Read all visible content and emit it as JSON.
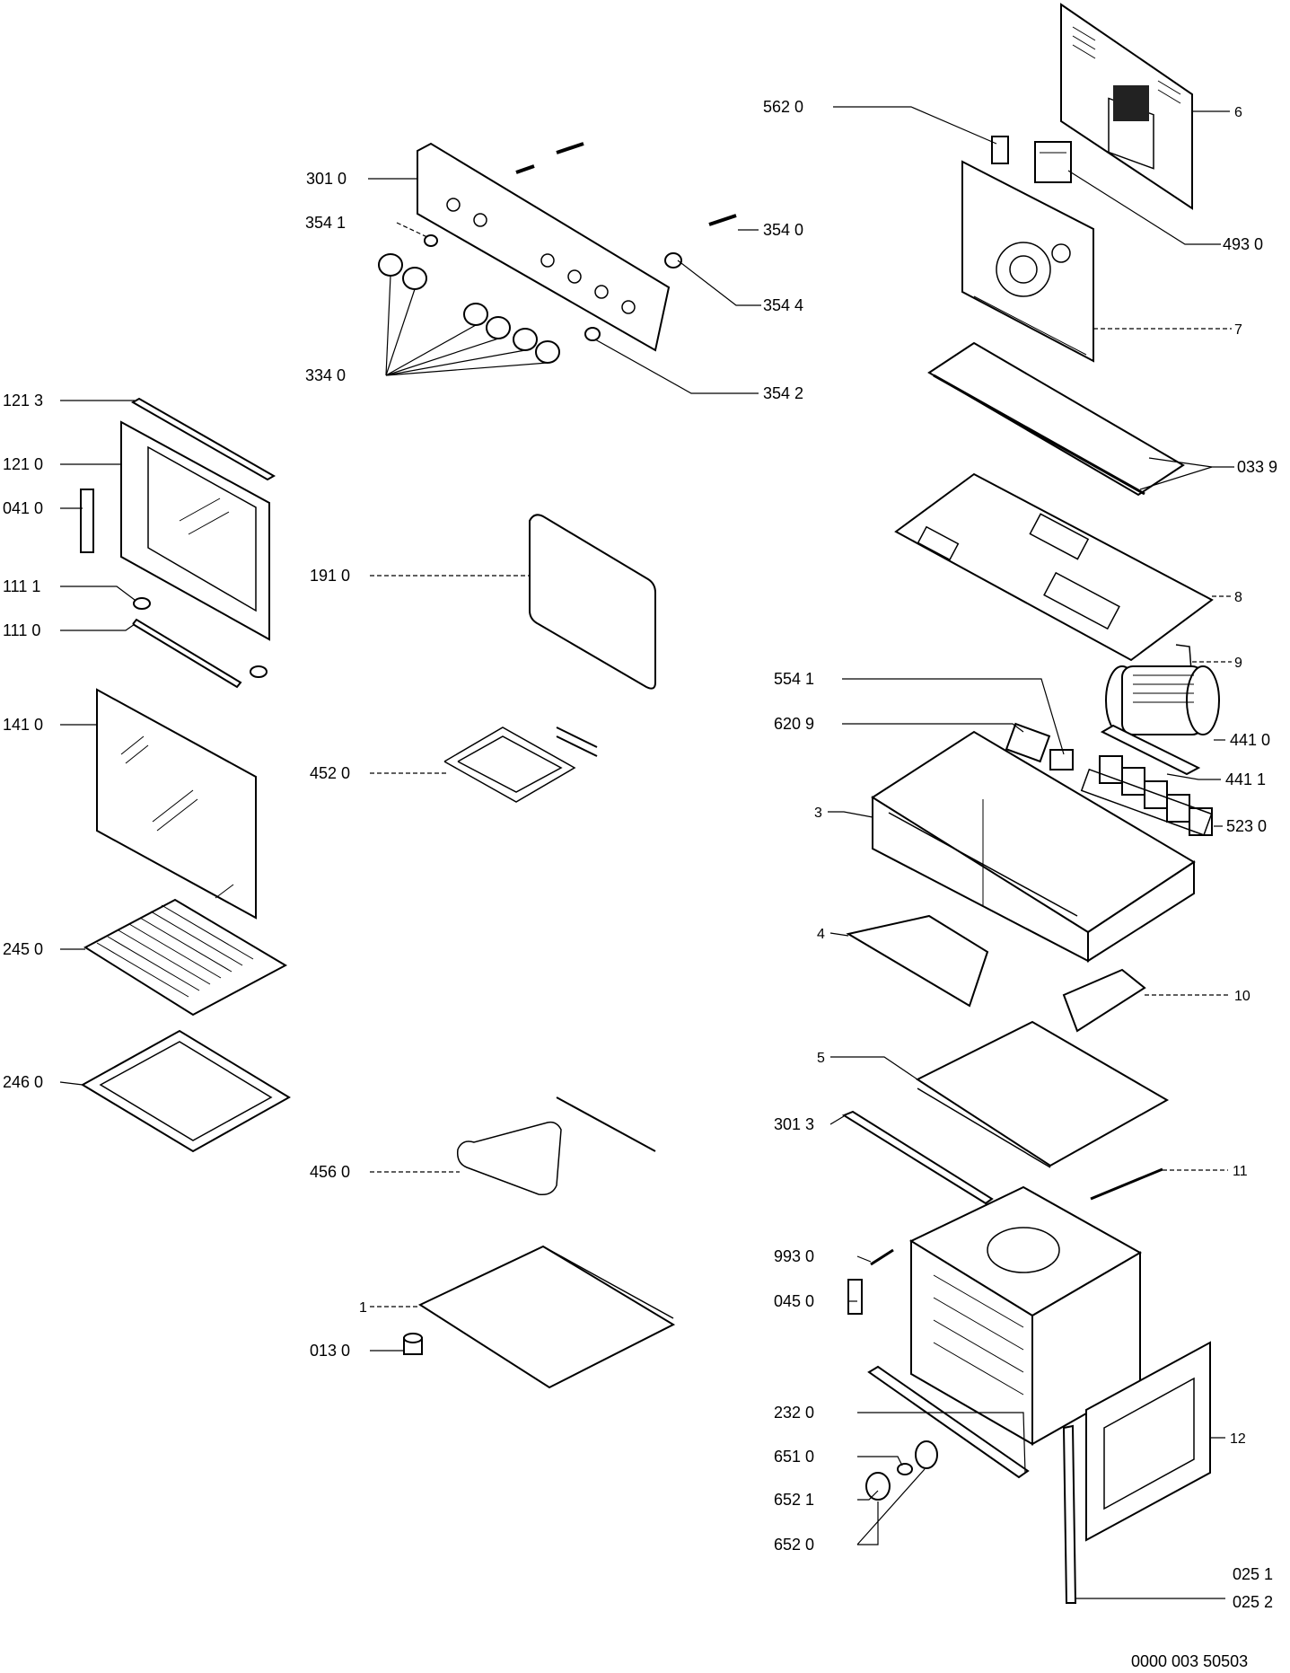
{
  "labels": {
    "l5620": "562 0",
    "l6": "6",
    "l3010": "301 0",
    "l4930": "493 0",
    "l3541": "354 1",
    "l3540": "354 0",
    "l3544": "354 4",
    "l7": "7",
    "l3340": "334 0",
    "l3542": "354 2",
    "l1213": "121 3",
    "l1210": "121 0",
    "l0339": "033 9",
    "l0410": "041 0",
    "l1910": "191 0",
    "l1111": "111 1",
    "l8": "8",
    "l1110": "111 0",
    "l9": "9",
    "l5541": "554 1",
    "l1410": "141 0",
    "l6209": "620 9",
    "l4410": "441 0",
    "l4520": "452 0",
    "l4411": "441 1",
    "l3": "3",
    "l5230": "523 0",
    "l2450": "245 0",
    "l4": "4",
    "l10": "10",
    "l2460": "246 0",
    "l5": "5",
    "l3013": "301 3",
    "l4560": "456 0",
    "l11": "11",
    "l9930": "993 0",
    "l1": "1",
    "l0450": "045 0",
    "l0130": "013 0",
    "l2320": "232 0",
    "l12": "12",
    "l6510": "651 0",
    "l6521": "652 1",
    "l6520": "652 0",
    "l0251": "025 1",
    "l0252": "025 2",
    "footer": "0000 003 50503"
  }
}
